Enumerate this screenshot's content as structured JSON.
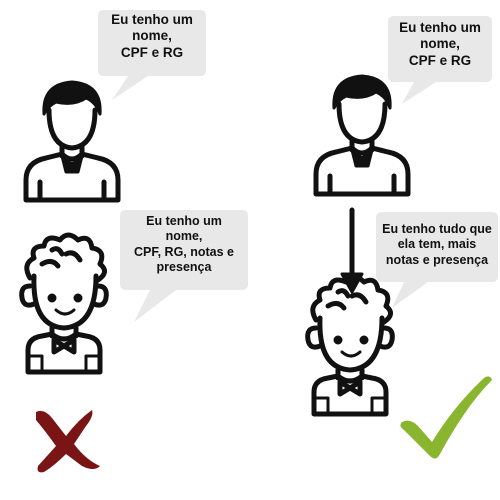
{
  "colors": {
    "bubble": "#e8e8e8",
    "stroke": "#111111",
    "cross": "#7a1515",
    "check": "#8ab52e"
  },
  "left": {
    "parent_bubble": {
      "text": "Eu tenho um\nnome,\nCPF e RG"
    },
    "child_bubble": {
      "text": "Eu tenho um\nnome,\nCPF, RG, notas e\npresença"
    },
    "verdict_icon": "cross-icon"
  },
  "right": {
    "parent_bubble": {
      "text": "Eu tenho um\nnome,\nCPF e RG"
    },
    "child_bubble": {
      "text": "Eu tenho tudo que\nela tem, mais\nnotas e presença"
    },
    "arrow_icon": "arrow-down-icon",
    "verdict_icon": "check-icon"
  }
}
